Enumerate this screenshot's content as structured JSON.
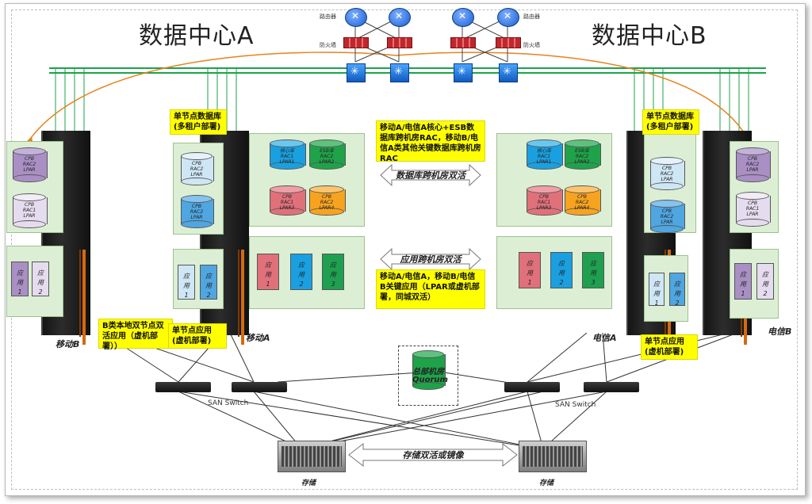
{
  "titles": {
    "dc_a": "数据中心A",
    "dc_b": "数据中心B"
  },
  "net_labels": {
    "router_a": "路由器",
    "firewall_a": "防火墙",
    "router_b": "路由器",
    "firewall_b": "防火墙"
  },
  "tags": {
    "single_db_left": "单节点数据库\n(多租户部署)",
    "single_db_right": "单节点数据库\n(多租户部署)",
    "core_db": "移动A/电信A核心+ESB数据库跨机房RAC，移动B/电信A类其他关键数据库跨机房RAC",
    "app_cross": "移动A/电信A，移动B/电信B关键应用（LPAR或虚机部署，同城双活）",
    "b_local": "B类本地双节点双活应用（虚机部署））",
    "single_app_left": "单节点应用\n(虚机部署)",
    "single_app_right": "单节点应用\n(虚机部署)"
  },
  "arrows": {
    "db_active": "数据库跨机房双活",
    "app_active": "应用跨机房双活",
    "storage_active": "存储双活或镜像"
  },
  "racks": {
    "mobile_b": "移动B",
    "mobile_a": "移动A",
    "telecom_a": "电信A",
    "telecom_b": "电信B"
  },
  "switch_labels": {
    "left": "SAN Switch",
    "right": "SAN Switch"
  },
  "storage_labels": {
    "left": "存储",
    "right": "存储"
  },
  "quorum": {
    "line1": "总部机房",
    "line2": "Quorum"
  },
  "db_text": {
    "rac2": "CPB\nRAC2\nLPAR",
    "rac1": "CPB\nRAC1\nLPAR",
    "core": "核心库\nRAC1\nLPAR1",
    "esb": "ESB库\nRAC2\nLPAR2",
    "cpb3": "CPB\nRAC1\nLPAR3",
    "cpb4": "CPB\nRAC2\nLPAR4"
  },
  "apps": {
    "app1": "应\n用\n1",
    "app2": "应\n用\n2",
    "app3": "应\n用\n3"
  },
  "colors": {
    "purple": "#a98fc4",
    "lavender": "#e6dcef",
    "lightblue": "#cfe6f5",
    "blue": "#4fa6e0",
    "green": "#1fa34a",
    "red": "#e0707a",
    "orange": "#f7a320",
    "appblue": "#1aa0e0",
    "appred": "#e0707a",
    "appgreen": "#1fa050"
  }
}
